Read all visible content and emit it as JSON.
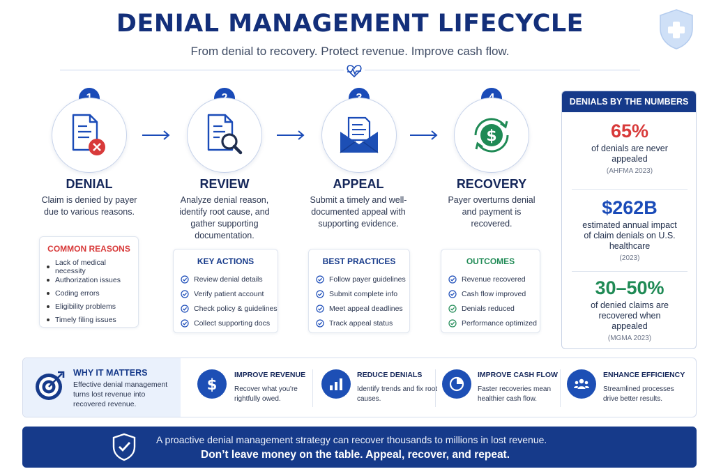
{
  "header": {
    "title": "DENIAL MANAGEMENT LIFECYCLE",
    "subtitle": "From denial to recovery. Protect revenue. Improve cash flow."
  },
  "colors": {
    "navy": "#163a8a",
    "blue": "#1a4bb8",
    "red": "#d83a3a",
    "green": "#1f8a55"
  },
  "steps": [
    {
      "number": "1",
      "title": "DENIAL",
      "description": "Claim is denied by payer due to various reasons.",
      "icon": "denied-document-icon"
    },
    {
      "number": "2",
      "title": "REVIEW",
      "description": "Analyze denial reason, identify root cause, and gather supporting documentation.",
      "icon": "document-search-icon"
    },
    {
      "number": "3",
      "title": "APPEAL",
      "description": "Submit a timely and well-documented appeal with supporting evidence.",
      "icon": "envelope-document-icon"
    },
    {
      "number": "4",
      "title": "RECOVERY",
      "description": "Payer overturns denial and payment is recovered.",
      "icon": "dollar-cycle-icon"
    }
  ],
  "cards": {
    "reasons": {
      "title": "COMMON REASONS",
      "items": [
        "Lack of medical necessity",
        "Authorization issues",
        "Coding errors",
        "Eligibility problems",
        "Timely filing issues"
      ]
    },
    "actions": {
      "title": "KEY ACTIONS",
      "items": [
        "Review denial details",
        "Verify patient account",
        "Check policy & guidelines",
        "Collect supporting docs"
      ]
    },
    "practices": {
      "title": "BEST PRACTICES",
      "items": [
        "Follow payer guidelines",
        "Submit complete info",
        "Meet appeal deadlines",
        "Track appeal status"
      ]
    },
    "outcomes": {
      "title": "OUTCOMES",
      "items": [
        "Revenue recovered",
        "Cash flow improved",
        "Denials reduced",
        "Performance optimized"
      ]
    }
  },
  "numbers": {
    "title": "DENIALS BY THE NUMBERS",
    "stats": [
      {
        "value": "65%",
        "description": "of denials are never appealed",
        "source": "(AHFMA 2023)",
        "color": "#d83a3a"
      },
      {
        "value": "$262B",
        "description": "estimated annual impact of claim denials on U.S. healthcare",
        "source": "(2023)",
        "color": "#1a4bb8"
      },
      {
        "value": "30–50%",
        "description": "of denied claims are recovered when appealed",
        "source": "(MGMA 2023)",
        "color": "#1f8a55"
      }
    ]
  },
  "why": {
    "title": "WHY IT MATTERS",
    "text": "Effective denial management turns lost revenue into recovered revenue.",
    "benefits": [
      {
        "title": "IMPROVE REVENUE",
        "text": "Recover what you're rightfully owed.",
        "icon": "dollar-icon"
      },
      {
        "title": "REDUCE DENIALS",
        "text": "Identify trends and fix root causes.",
        "icon": "bar-chart-icon"
      },
      {
        "title": "IMPROVE CASH FLOW",
        "text": "Faster recoveries mean healthier cash flow.",
        "icon": "pie-chart-icon"
      },
      {
        "title": "ENHANCE EFFICIENCY",
        "text": "Streamlined processes drive better results.",
        "icon": "team-icon"
      }
    ]
  },
  "banner": {
    "line1": "A proactive denial management strategy can recover thousands to millions in lost revenue.",
    "line2": "Don’t leave money on the table. Appeal, recover, and repeat."
  }
}
